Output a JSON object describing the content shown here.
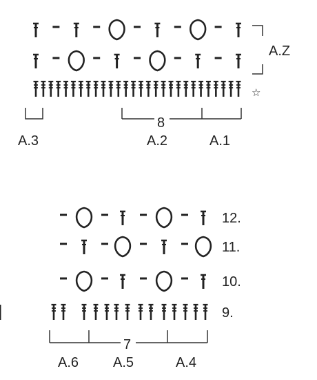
{
  "chart1": {
    "rows": [
      [
        "dc",
        "ch",
        "dc",
        "ch",
        "pic",
        "ch",
        "dc",
        "ch",
        "pic",
        "ch",
        "dc"
      ],
      [
        "dc",
        "ch",
        "pic",
        "ch",
        "dc",
        "ch",
        "pic",
        "ch",
        "dc",
        "ch",
        "dc"
      ],
      [
        "tr",
        "tr",
        "tr",
        "tr",
        "tr",
        "tr",
        "tr",
        "tr",
        "tr",
        "tr",
        "tr",
        "tr",
        "tr",
        "tr",
        "tr",
        "tr",
        "tr",
        "tr",
        "tr",
        "tr",
        "tr",
        "tr",
        "tr",
        "tr",
        "tr",
        "tr",
        "tr",
        "tr"
      ]
    ],
    "repeat_label": "A.Z",
    "star": "☆",
    "count_label": "8",
    "section_labels": {
      "a3": "A.3",
      "a2": "A.2",
      "a1": "A.1"
    }
  },
  "chart2": {
    "rows": [
      [
        "ch",
        "pic",
        "ch",
        "dc",
        "ch",
        "pic",
        "ch",
        "dc"
      ],
      [
        "ch",
        "dc",
        "ch",
        "pic",
        "ch",
        "dc",
        "ch",
        "pic"
      ],
      [
        "ch",
        "pic",
        "ch",
        "dc",
        "ch",
        "pic",
        "ch",
        "dc"
      ],
      [
        "tr",
        "tr",
        "tr",
        "tr",
        "tr",
        "tr",
        "tr",
        "tr",
        "tr",
        "tr",
        "tr",
        "tr",
        "tr",
        "tr",
        "tr",
        "tr",
        "tr",
        "tr"
      ]
    ],
    "row_numbers": [
      "12.",
      "11.",
      "10.",
      "9."
    ],
    "count_label": "7",
    "section_labels": {
      "a6": "A.6",
      "a5": "A.5",
      "a4": "A.4"
    }
  },
  "symbol_names": {
    "ch": "chain-symbol",
    "dc": "stitch-symbol",
    "pic": "oval-symbol",
    "tr": "tall-stitch-symbol"
  },
  "colors": {
    "ink": "#222222",
    "lines": "#333333",
    "background": "#ffffff"
  }
}
